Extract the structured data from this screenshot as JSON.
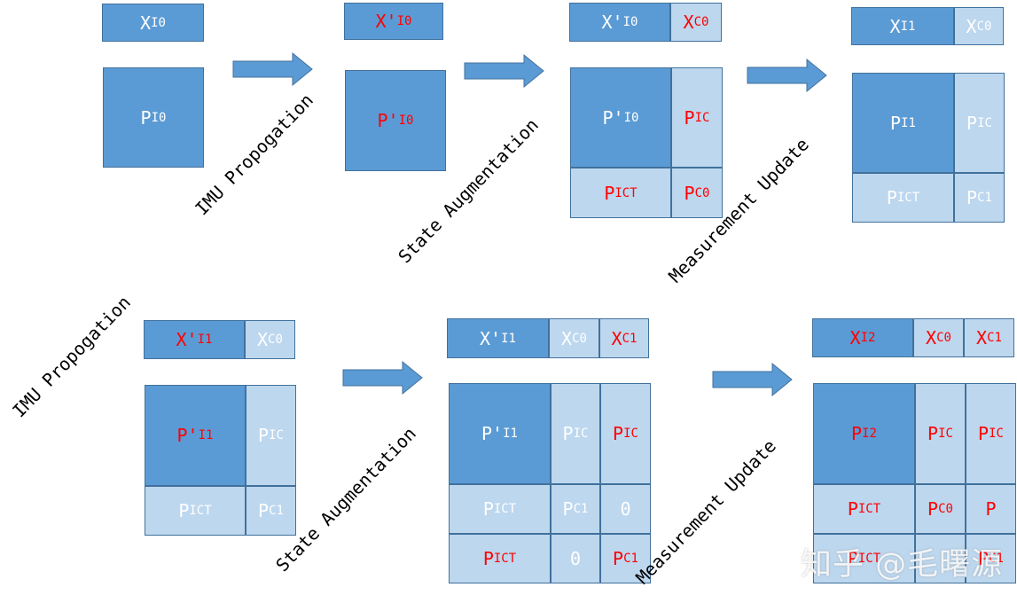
{
  "steps": {
    "imu1": "IMU Propogation",
    "aug1": "State Augmentation",
    "upd1": "Measurement Update",
    "imu2": "IMU Propogation",
    "aug2": "State Augmentation",
    "upd2": "Measurement Update"
  },
  "colors": {
    "dark": "#5b9bd5",
    "light": "#bdd7ee",
    "red": "#ff0000",
    "white": "#ffffff",
    "arrow": "#5b9bd5"
  },
  "labels": {
    "X": "X",
    "P": "P",
    "Xp": "X'",
    "Pp": "P'",
    "I0": "I0",
    "I1": "I1",
    "I2": "I2",
    "C0": "C0",
    "C1": "C1",
    "IC": "IC",
    "T": "T",
    "zero": "0"
  },
  "watermark": "知乎 @毛曙源"
}
